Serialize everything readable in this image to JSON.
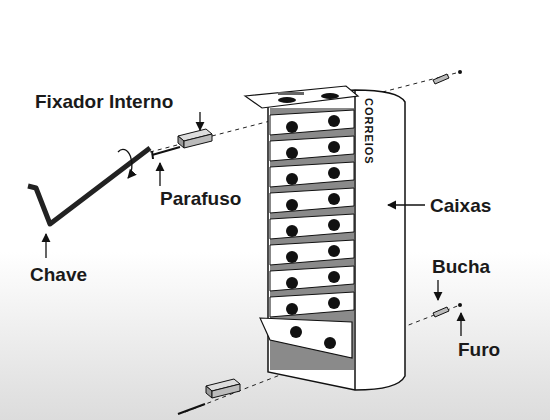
{
  "diagram": {
    "labels": [
      "Fixador Interno",
      "Parafuso",
      "Chave",
      "Caixas",
      "Bucha",
      "Furo",
      "CORREIOS"
    ]
  }
}
